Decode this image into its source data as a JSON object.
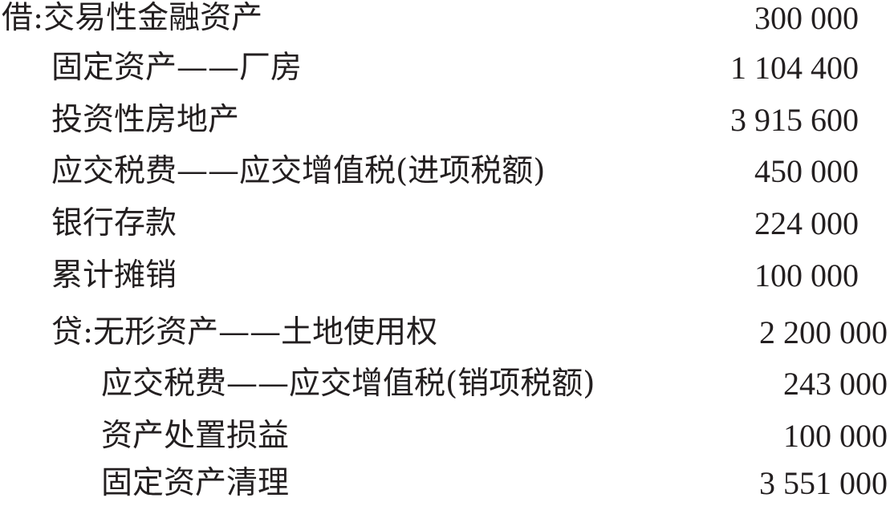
{
  "entries": [
    {
      "label": "借:交易性金融资产",
      "amount": "300 000"
    },
    {
      "label": "固定资产——厂房",
      "amount": "1 104 400"
    },
    {
      "label": "投资性房地产",
      "amount": "3 915 600"
    },
    {
      "label": "应交税费——应交增值税(进项税额)",
      "amount": "450 000"
    },
    {
      "label": "银行存款",
      "amount": "224 000"
    },
    {
      "label": "累计摊销",
      "amount": "100 000"
    },
    {
      "label": "贷:无形资产——土地使用权",
      "amount": "2 200 000"
    },
    {
      "label": "应交税费——应交增值税(销项税额)",
      "amount": "243 000"
    },
    {
      "label": "资产处置损益",
      "amount": "100 000"
    },
    {
      "label": "固定资产清理",
      "amount": "3 551 000"
    }
  ]
}
